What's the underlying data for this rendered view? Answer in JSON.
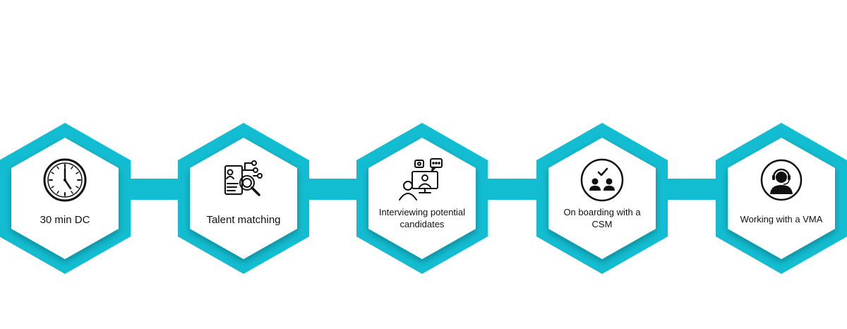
{
  "colors": {
    "accent": "#13bdd1",
    "card": "#ffffff",
    "icon": "#111111",
    "text": "#111111"
  },
  "steps": [
    {
      "label": "30 min DC",
      "icon": "clock-icon"
    },
    {
      "label": "Talent matching",
      "icon": "profile-search-icon"
    },
    {
      "label": "Interviewing potential candidates",
      "icon": "video-interview-icon"
    },
    {
      "label": "On boarding with a CSM",
      "icon": "team-check-icon"
    },
    {
      "label": "Working with a VMA",
      "icon": "support-agent-icon"
    }
  ]
}
